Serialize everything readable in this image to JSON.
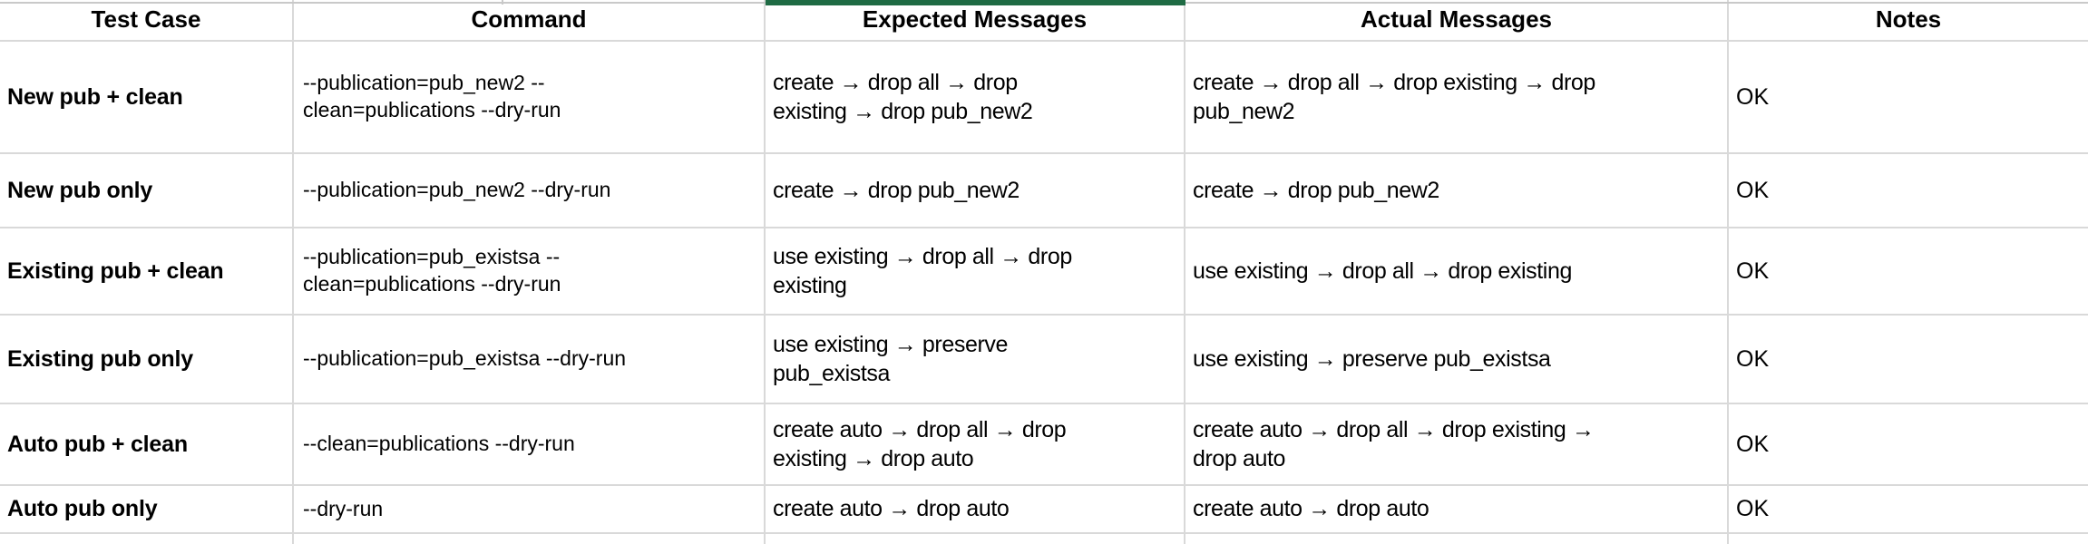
{
  "ui": {
    "accent_green": "#1F6B44",
    "gridline_color": "#d9d9d9"
  },
  "table": {
    "columns": [
      "Test Case",
      "Command",
      "Expected Messages",
      "Actual Messages",
      "Notes"
    ],
    "rows": [
      {
        "test_case": "New pub + clean",
        "command": "--publication=pub_new2 --\nclean=publications --dry-run",
        "expected": "create → drop all → drop\nexisting → drop pub_new2",
        "actual": "create → drop all → drop existing → drop\npub_new2",
        "notes": "OK"
      },
      {
        "test_case": "New pub only",
        "command": "--publication=pub_new2 --dry-run",
        "expected": "create → drop pub_new2",
        "actual": "create → drop pub_new2",
        "notes": "OK"
      },
      {
        "test_case": "Existing pub + clean",
        "command": "--publication=pub_existsa --\nclean=publications --dry-run",
        "expected": "use existing → drop all → drop\nexisting",
        "actual": "use existing → drop all → drop existing",
        "notes": "OK"
      },
      {
        "test_case": "Existing pub only",
        "command": "--publication=pub_existsa --dry-run",
        "expected": "use existing → preserve\npub_existsa",
        "actual": "use existing → preserve pub_existsa",
        "notes": "OK"
      },
      {
        "test_case": "Auto pub + clean",
        "command": "--clean=publications --dry-run",
        "expected": "create auto → drop all → drop\nexisting → drop auto",
        "actual": "create auto → drop all → drop existing →\ndrop auto",
        "notes": "OK"
      },
      {
        "test_case": "Auto pub only",
        "command": "--dry-run",
        "expected": "create auto → drop auto",
        "actual": "create auto → drop auto",
        "notes": "OK"
      }
    ]
  }
}
